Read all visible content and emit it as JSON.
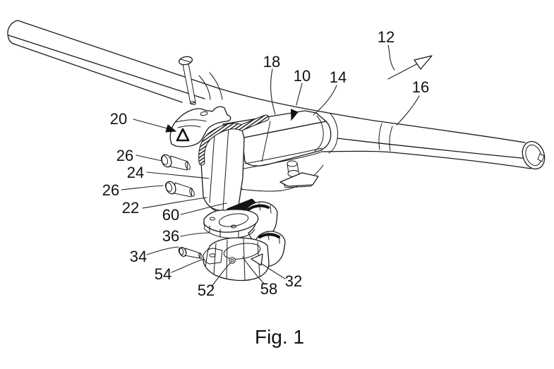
{
  "figure": {
    "caption": "Fig. 1",
    "labels": [
      {
        "id": "10",
        "text": "10"
      },
      {
        "id": "12",
        "text": "12"
      },
      {
        "id": "14",
        "text": "14"
      },
      {
        "id": "16",
        "text": "16"
      },
      {
        "id": "18",
        "text": "18"
      },
      {
        "id": "20",
        "text": "20"
      },
      {
        "id": "22",
        "text": "22"
      },
      {
        "id": "24",
        "text": "24"
      },
      {
        "id": "26-upper",
        "text": "26"
      },
      {
        "id": "26-lower",
        "text": "26"
      },
      {
        "id": "32",
        "text": "32"
      },
      {
        "id": "34",
        "text": "34"
      },
      {
        "id": "36",
        "text": "36"
      },
      {
        "id": "52",
        "text": "52"
      },
      {
        "id": "54",
        "text": "54"
      },
      {
        "id": "58",
        "text": "58"
      },
      {
        "id": "60",
        "text": "60"
      }
    ],
    "colors": {
      "line": "#1a1a1a",
      "background": "#ffffff"
    }
  }
}
